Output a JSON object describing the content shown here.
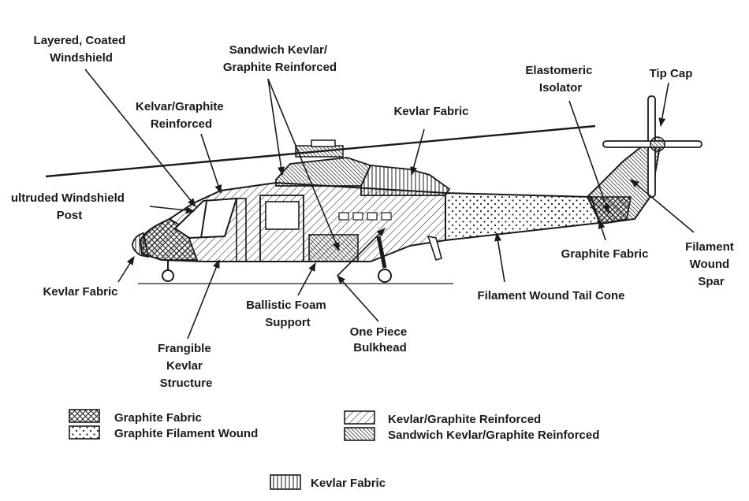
{
  "callouts": {
    "layered_windshield": [
      "Layered, Coated",
      "Windshield"
    ],
    "sandwich_kevlar": [
      "Sandwich Kevlar/",
      "Graphite Reinforced"
    ],
    "kelvar_graphite": [
      "Kelvar/Graphite",
      "Reinforced"
    ],
    "kevlar_fabric_top": [
      "Kevlar Fabric"
    ],
    "elastomeric_isolator": [
      "Elastomeric",
      "Isolator"
    ],
    "tip_cap": [
      "Tip Cap"
    ],
    "windshield_post": [
      "ultruded Windshield",
      "Post"
    ],
    "filament_wound_spar": [
      "Filament",
      "Wound",
      "Spar"
    ],
    "graphite_fabric": [
      "Graphite Fabric"
    ],
    "kevlar_fabric_nose": [
      "Kevlar Fabric"
    ],
    "filament_wound_tail_cone": [
      "Filament Wound Tail Cone"
    ],
    "ballistic_foam": [
      "Ballistic Foam",
      "Support"
    ],
    "one_piece_bulkhead": [
      "One Piece",
      "Bulkhead"
    ],
    "frangible_kevlar": [
      "Frangible",
      "Kevlar",
      "Structure"
    ]
  },
  "legend": [
    {
      "pattern": "crosshatch",
      "label": "Graphite Fabric"
    },
    {
      "pattern": "dots",
      "label": "Graphite Filament Wound"
    },
    {
      "pattern": "diag-light",
      "label": "Kevlar/Graphite Reinforced"
    },
    {
      "pattern": "diag-dense",
      "label": "Sandwich Kevlar/Graphite Reinforced"
    },
    {
      "pattern": "vertical",
      "label": "Kevlar Fabric"
    }
  ]
}
